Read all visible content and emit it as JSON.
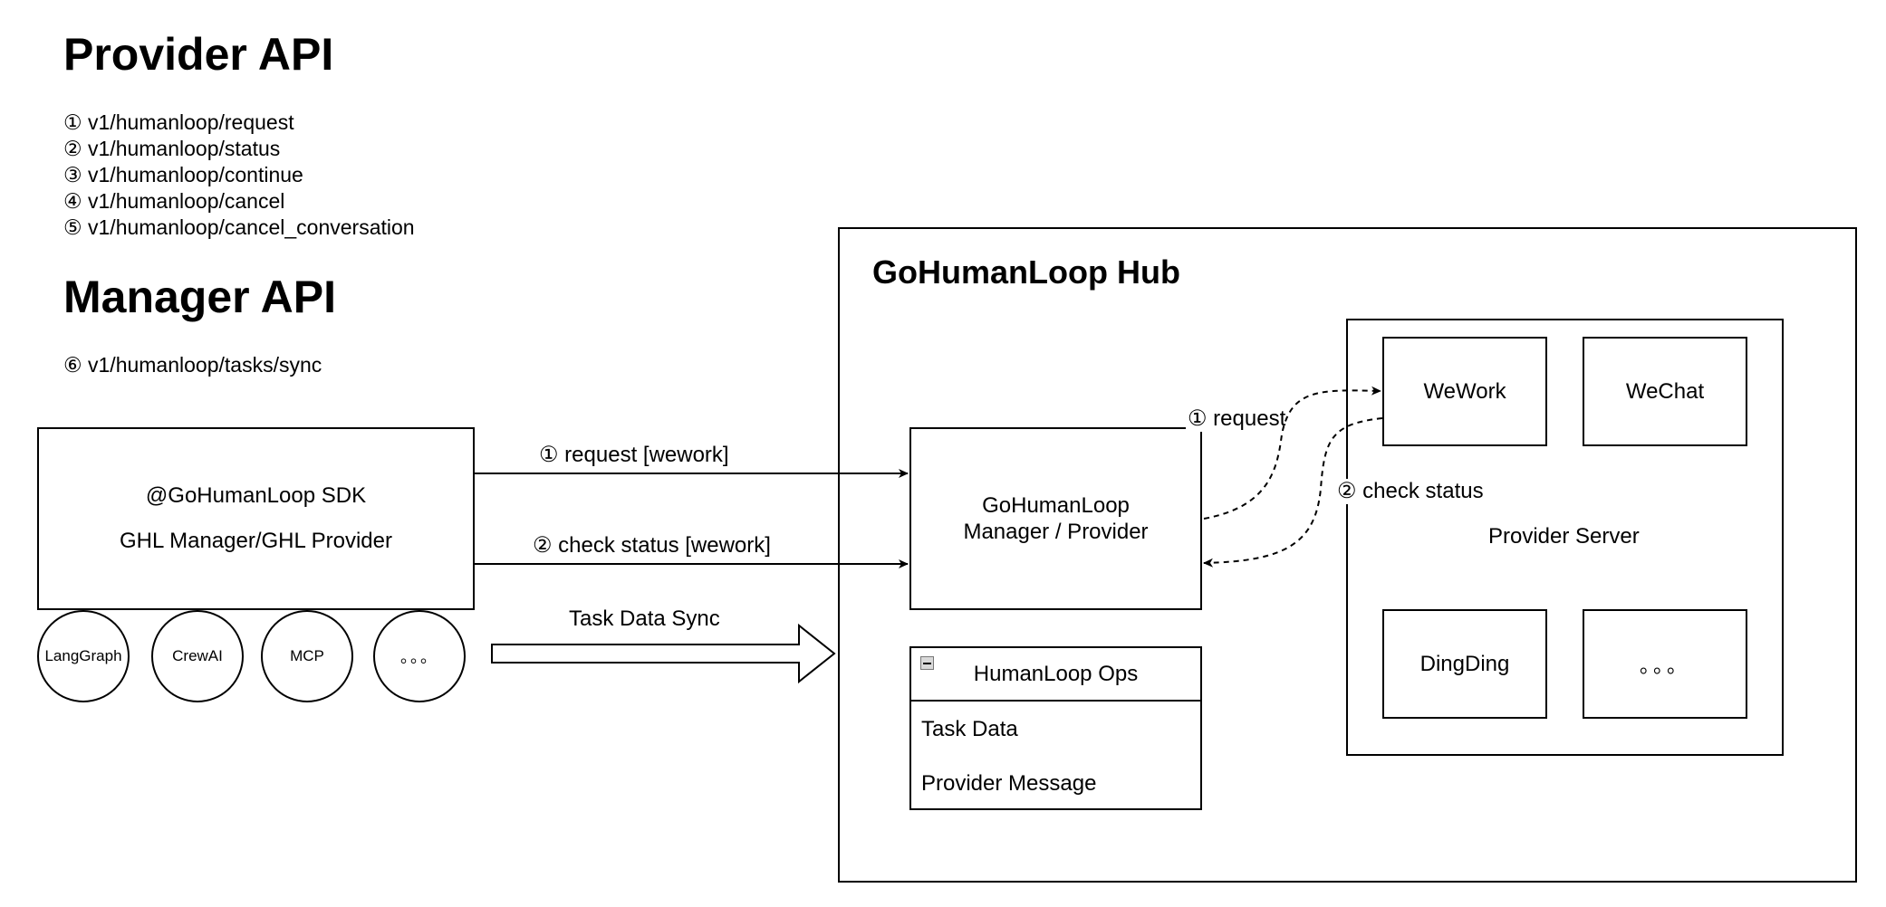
{
  "provider_api": {
    "title": "Provider API",
    "endpoints": [
      "① v1/humanloop/request",
      "② v1/humanloop/status",
      "③ v1/humanloop/continue",
      "④ v1/humanloop/cancel",
      "⑤ v1/humanloop/cancel_conversation"
    ]
  },
  "manager_api": {
    "title": "Manager API",
    "endpoints": [
      "⑥ v1/humanloop/tasks/sync"
    ]
  },
  "sdk": {
    "line1": "@GoHumanLoop SDK",
    "line2": "GHL Manager/GHL Provider",
    "frameworks": [
      "LangGraph",
      "CrewAI",
      "MCP",
      "。。。"
    ]
  },
  "flows": {
    "request": "① request [wework]",
    "check_status": "② check status [wework]",
    "task_sync": "Task Data Sync",
    "hub_request": "① request",
    "hub_check_status": "② check status"
  },
  "hub": {
    "title": "GoHumanLoop Hub",
    "manager_line1": "GoHumanLoop",
    "manager_line2": "Manager / Provider",
    "ops": {
      "title": "HumanLoop Ops",
      "items": [
        "Task Data",
        "Provider Message"
      ]
    },
    "provider_server": {
      "label": "Provider Server",
      "providers": [
        "WeWork",
        "WeChat",
        "DingDing",
        "。。。"
      ]
    }
  }
}
